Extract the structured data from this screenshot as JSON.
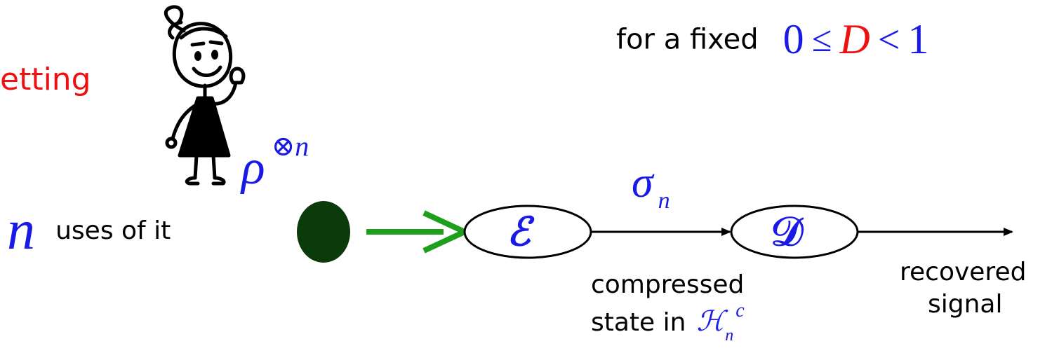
{
  "colors": {
    "red": "#ee1111",
    "blue": "#1a1ae6",
    "green_arrow": "#1ea01e",
    "dark_green_dot": "#0b3a0b",
    "black": "#000000"
  },
  "heading_fragment": "etting",
  "constraint": {
    "prefix": "for a fixed",
    "zero": "0",
    "leq": "≤",
    "D": "D",
    "lt": "<",
    "one": "1"
  },
  "source": {
    "rho": "ρ",
    "rho_exp": "⊗n",
    "n": "n",
    "uses_label": "uses of it"
  },
  "encoder": {
    "symbol": "ℰ"
  },
  "decoder": {
    "symbol": "𝒟"
  },
  "compressed": {
    "sigma": "σ",
    "sigma_sub": "n",
    "line1": "compressed",
    "line2": "state in",
    "H": "ℋ",
    "H_sub": "n",
    "H_sup": "c"
  },
  "output": {
    "line1": "recovered",
    "line2": "signal"
  }
}
